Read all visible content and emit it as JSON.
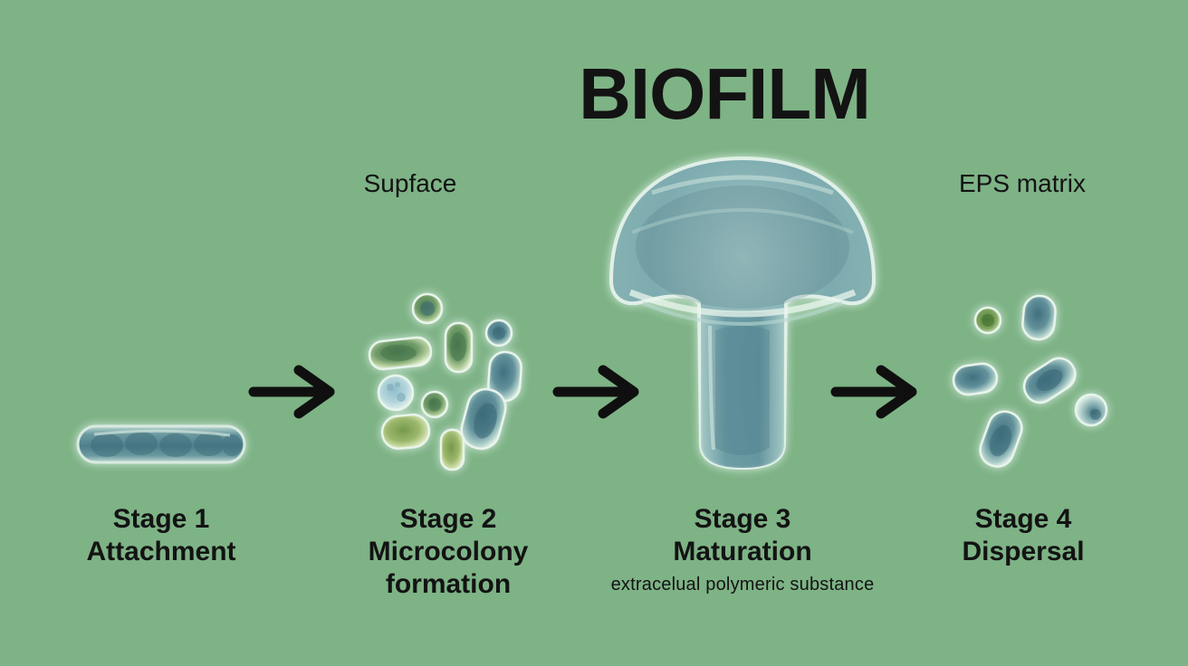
{
  "title": "BIOFILM",
  "annotations": {
    "surface_label": "Supface",
    "eps_matrix_label": "EPS matrix",
    "eps_substance_label": "extracelual polymeric substance"
  },
  "stages": [
    {
      "name": "Stage 1",
      "caption": "Attachment"
    },
    {
      "name": "Stage 2",
      "caption": "Microcolony",
      "caption2": "formation"
    },
    {
      "name": "Stage 3",
      "caption": "Maturation"
    },
    {
      "name": "Stage 4",
      "caption": "Dispersal"
    }
  ],
  "arrows": {
    "count": 3,
    "direction": "right"
  },
  "colors": {
    "background": "#7eb386",
    "text": "#131313",
    "arrow": "#0f0f0f",
    "cell-teal-dark": "#3f6f7d",
    "cell-teal": "#5c8a92",
    "cell-rim": "#e3f1e8",
    "cell-green": "#5e8c58",
    "cell-yellow-green": "#8fae62",
    "cell-light-blue": "#a9cfd6",
    "mushroom-body": "#74a3a9",
    "mushroom-rim": "#d8ece5"
  }
}
